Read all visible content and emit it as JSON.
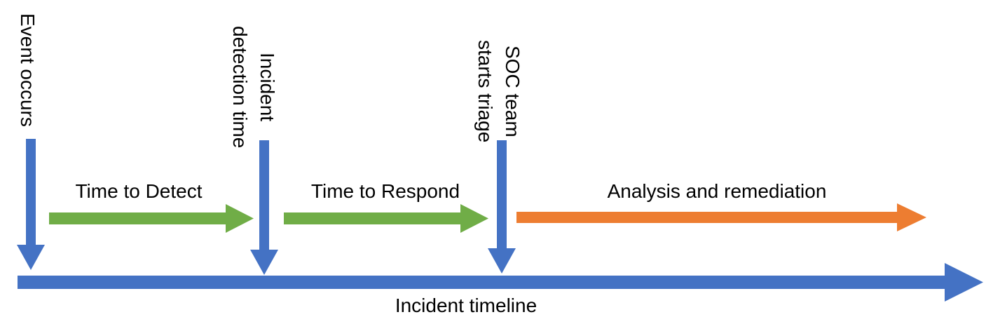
{
  "diagram": {
    "markers": [
      {
        "lines": [
          "Event occurs"
        ]
      },
      {
        "lines": [
          "Incident",
          "detection time"
        ]
      },
      {
        "lines": [
          "SOC team",
          "starts triage"
        ]
      }
    ],
    "phases": [
      {
        "label": "Time to Detect"
      },
      {
        "label": "Time to Respond"
      },
      {
        "label": "Analysis and remediation"
      }
    ],
    "timeline": {
      "label": "Incident timeline"
    }
  },
  "colors": {
    "arrow_blue": "#4472C4",
    "arrow_green": "#70AD47",
    "arrow_orange": "#ED7D31",
    "text": "#000000",
    "background": "#FFFFFF"
  }
}
